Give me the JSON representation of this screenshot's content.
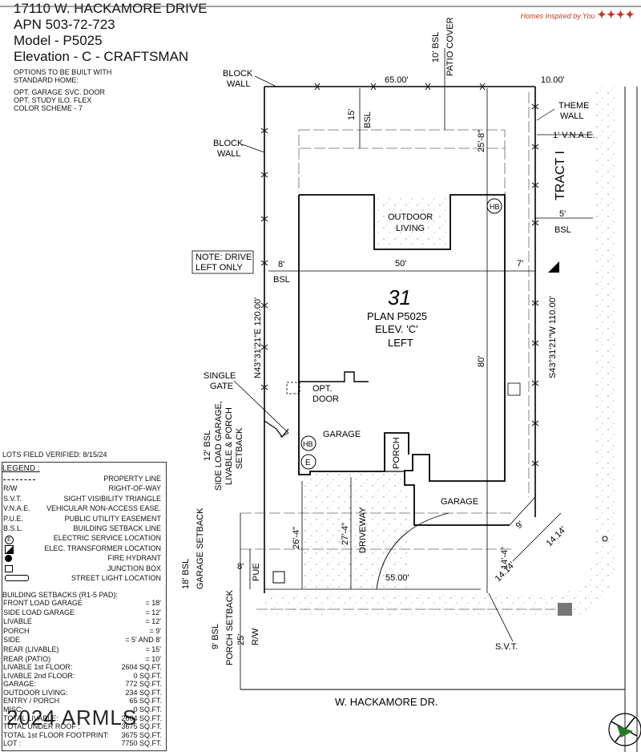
{
  "header": {
    "address": "17110 W. HACKAMORE DRIVE",
    "apn": "APN 503-72-723",
    "model": "Model - P5025",
    "elevation": "Elevation - C - CRAFTSMAN",
    "options_title_1": "OPTIONS TO BE BUILT WITH",
    "options_title_2": "STANDARD HOME:",
    "option_1": "OPT. GARAGE SVC. DOOR",
    "option_2": "OPT. STUDY ILO. FLEX",
    "option_3": "COLOR SCHEME - 7",
    "brand": "Homes Inspired by You"
  },
  "plan": {
    "dim_65": "65.00'",
    "dim_10": "10.00'",
    "bsl_10_patio": "10' BSL",
    "patio_cover": "PATIO COVER",
    "block_wall": "BLOCK",
    "block_wall_2": "WALL",
    "theme_wall": "THEME",
    "theme_wall_2": "WALL",
    "vnae": "1' V.N.A.E.",
    "dim_15": "15'",
    "bsl": "BSL",
    "dim_25_8": "25'-8\"",
    "tract": "TRACT I",
    "outdoor": "OUTDOOR",
    "living": "LIVING",
    "hb": "HB",
    "dim_5": "5'",
    "note_1": "NOTE: DRIVE",
    "note_2": "LEFT ONLY",
    "dim_8": "8'",
    "dim_50": "50'",
    "dim_7": "7'",
    "lot_no": "31",
    "plan_label": "PLAN P5025",
    "elev_label": "ELEV. 'C'",
    "left_label": "LEFT",
    "bearing_left": "N43°31'21\"E 120.00'",
    "bearing_right": "S43°31'21\"W 110.00'",
    "dim_80": "80'",
    "single": "SINGLE",
    "gate": "GATE",
    "opt": "OPT.",
    "door": "DOOR",
    "garage": "GARAGE",
    "porch": "PORCH",
    "e": "E",
    "bsl_12": "12' BSL",
    "side_load_1": "SIDE LOAD GARAGE,",
    "side_load_2": "LIVABLE & PORCH",
    "side_load_3": "SETBACK",
    "dim_26_4": "26'-4\"",
    "dim_27_4": "27'-4\"",
    "driveway": "DRIVEWAY",
    "dim_14_4": "14'-4\"",
    "dim_9": "9'",
    "dim_1414a": "14.14'",
    "dim_1414b": "14.14'",
    "bsl_18": "18' BSL",
    "garage_setback": "GARAGE SETBACK",
    "dim_8b": "8'",
    "pue": "PUE",
    "dim_55": "55.00'",
    "bsl_9": "9' BSL",
    "porch_setback": "PORCH SETBACK",
    "dim_25": "25'",
    "rw": "R/W",
    "svt": "S.V.T.",
    "street": "W. HACKAMORE DR."
  },
  "legend": {
    "verified": "LOTS FIELD VERIFIED: 8/15/24",
    "title": "LEGEND :",
    "items": [
      {
        "k": "",
        "v": "PROPERTY LINE"
      },
      {
        "k": "R/W",
        "v": "RIGHT-OF-WAY"
      },
      {
        "k": "S.V.T.",
        "v": "SIGHT VISIBILITY TRIANGLE"
      },
      {
        "k": "V.N.A.E.",
        "v": "VEHICULAR NON-ACCESS EASE."
      },
      {
        "k": "P.U.E.",
        "v": "PUBLIC UTILITY EASEMENT"
      },
      {
        "k": "B.S.L.",
        "v": "BUILDING SETBACK LINE"
      },
      {
        "k": "",
        "v": "ELECTRIC SERVICE LOCATION"
      },
      {
        "k": "",
        "v": "ELEC. TRANSFORMER LOCATION"
      },
      {
        "k": "",
        "v": "FIRE HYDRANT"
      },
      {
        "k": "",
        "v": "JUNCTION BOX"
      },
      {
        "k": "",
        "v": "STREET LIGHT LOCATION"
      }
    ],
    "setbacks_title": "BUILDING SETBACKS (R1-5 PAD):",
    "setbacks": [
      {
        "k": "FRONT LOAD GARAGE",
        "v": "= 18'"
      },
      {
        "k": "SIDE LOAD GARAGE",
        "v": "= 12'"
      },
      {
        "k": "LIVABLE",
        "v": "= 12'"
      },
      {
        "k": "PORCH",
        "v": "= 9'"
      },
      {
        "k": "SIDE",
        "v": "= 5' AND 8'"
      },
      {
        "k": "REAR (LIVABLE)",
        "v": "= 15'"
      },
      {
        "k": "REAR (PATIO)",
        "v": "= 10'"
      }
    ],
    "areas": [
      {
        "k": "LIVABLE 1st FLOOR:",
        "v": "2604 SQ.FT."
      },
      {
        "k": "LIVABLE 2nd FLOOR:",
        "v": "0 SQ.FT."
      },
      {
        "k": "GARAGE:",
        "v": "772 SQ.FT."
      },
      {
        "k": "OUTDOOR LIVING:",
        "v": "234 SQ.FT."
      },
      {
        "k": "ENTRY / PORCH",
        "v": "65 SQ.FT."
      },
      {
        "k": "MISC:",
        "v": "0 SQ.FT."
      },
      {
        "k": "TOTAL LIVABLE:",
        "v": "2604 SQ.FT."
      },
      {
        "k": "TOTAL UNDER ROOF :",
        "v": "3675 SQ.FT."
      },
      {
        "k": "TOTAL 1st FLOOR FOOTPRINT:",
        "v": "3675 SQ.FT."
      },
      {
        "k": "LOT :",
        "v": "7750 SQ.FT."
      }
    ],
    "watermark": "2024 ARMLS"
  }
}
